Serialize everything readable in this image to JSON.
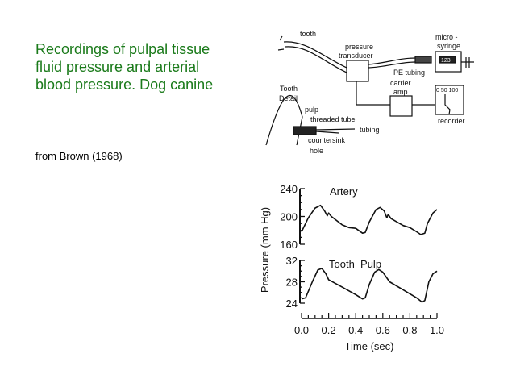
{
  "slide": {
    "title": "Recordings of pulpal tissue fluid pressure and arterial blood pressure. Dog canine",
    "source": "from Brown (1968)"
  },
  "diagram": {
    "labels": {
      "tooth": "tooth",
      "pressure": "pressure",
      "transducer": "transducer",
      "micro": "micro -",
      "syringe": "syringe",
      "syringe_display": "123",
      "pe_tubing": "PE tubing",
      "carrier": "carrier",
      "amp": "amp",
      "recorder_scale": "0  50  100",
      "recorder": "recorder",
      "tooth_detail_1": "Tooth",
      "tooth_detail_2": "Detail",
      "pulp": "pulp",
      "threaded_tube": "threaded tube",
      "tubing": "tubing",
      "countersink": "countersink",
      "hole": "hole"
    }
  },
  "chart_data": {
    "type": "line",
    "xlabel": "Time (sec)",
    "ylabel": "Pressure (mm Hg)",
    "xlim": [
      0,
      1.0
    ],
    "xticks": [
      "0.0",
      "0.2",
      "0.4",
      "0.6",
      "0.8",
      "1.0"
    ],
    "panels": [
      {
        "name": "Artery",
        "ylim": [
          160,
          240
        ],
        "yticks": [
          "160",
          "200",
          "240"
        ],
        "x": [
          0,
          0.05,
          0.1,
          0.14,
          0.17,
          0.19,
          0.2,
          0.22,
          0.3,
          0.35,
          0.4,
          0.45,
          0.47,
          0.5,
          0.55,
          0.58,
          0.61,
          0.63,
          0.64,
          0.66,
          0.75,
          0.8,
          0.85,
          0.88,
          0.91,
          0.93,
          0.97,
          1.0
        ],
        "y": [
          178,
          198,
          212,
          216,
          208,
          201,
          205,
          200,
          188,
          184,
          183,
          176,
          177,
          192,
          210,
          213,
          208,
          198,
          203,
          197,
          187,
          184,
          178,
          174,
          176,
          190,
          205,
          210
        ]
      },
      {
        "name": "Tooth  Pulp",
        "ylim": [
          24,
          32
        ],
        "yticks": [
          "24",
          "28",
          "32"
        ],
        "x": [
          0,
          0.03,
          0.08,
          0.12,
          0.15,
          0.18,
          0.2,
          0.3,
          0.4,
          0.45,
          0.47,
          0.5,
          0.54,
          0.57,
          0.6,
          0.65,
          0.75,
          0.85,
          0.89,
          0.91,
          0.94,
          0.97,
          1.0
        ],
        "y": [
          24.8,
          25,
          28,
          30.2,
          30.5,
          29.5,
          28.4,
          27,
          25.6,
          24.8,
          25,
          27.5,
          29.8,
          30.3,
          29.8,
          28,
          26.5,
          25,
          24.2,
          24.5,
          28,
          29.5,
          30
        ]
      }
    ]
  }
}
